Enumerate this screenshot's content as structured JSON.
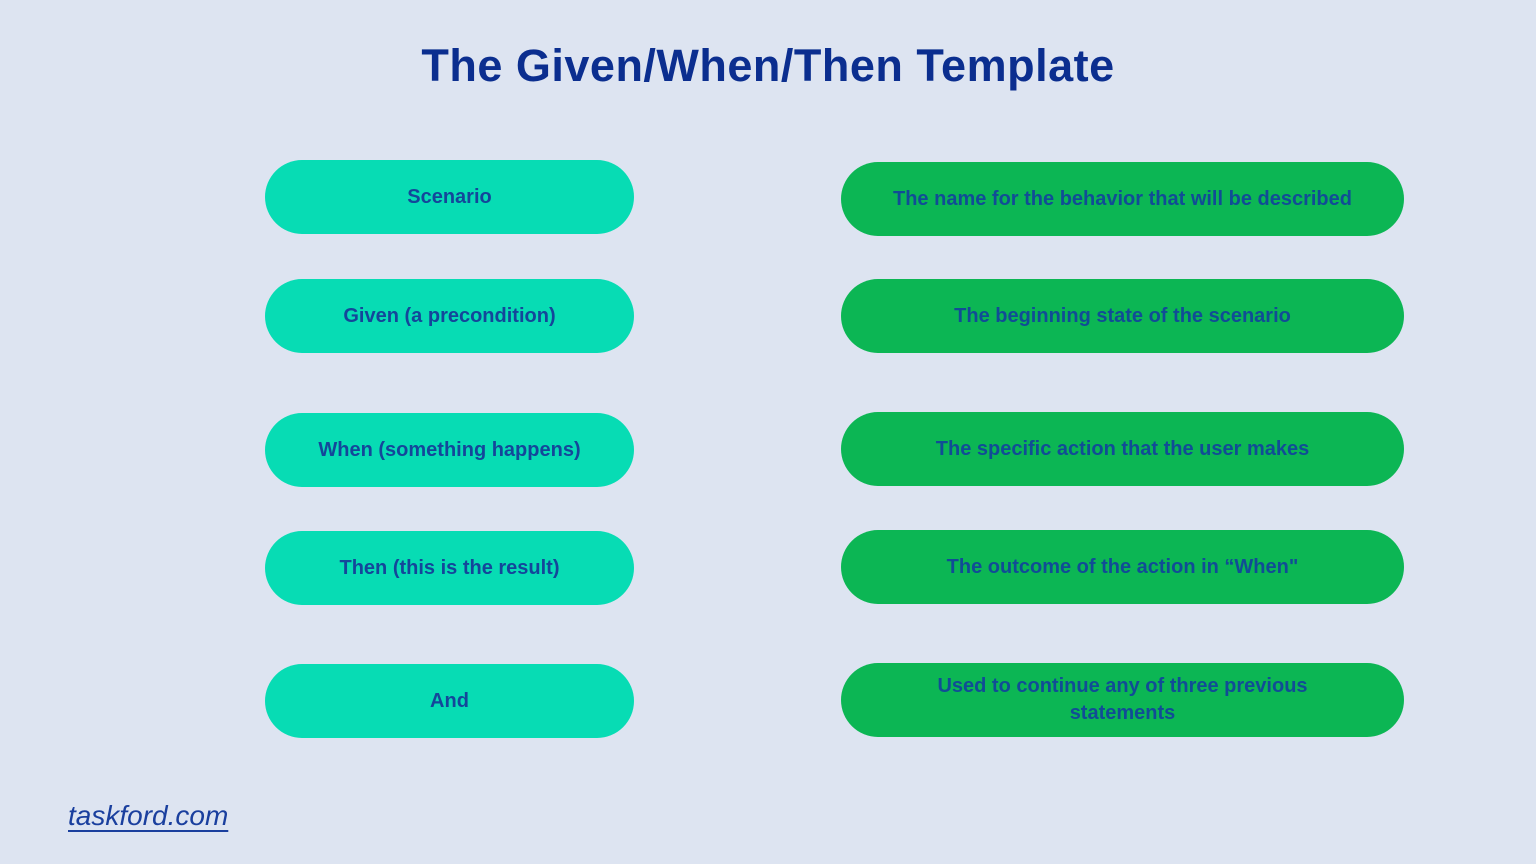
{
  "title": "The Given/When/Then Template",
  "colors": {
    "background": "#dde4f1",
    "term_pill": "#07dcb4",
    "definition_pill": "#0cb654",
    "title_text": "#0b2e8f",
    "pill_text": "#14469a"
  },
  "rows": [
    {
      "term": "Scenario",
      "definition": "The name for the behavior that will be described"
    },
    {
      "term": "Given (a precondition)",
      "definition": "The beginning state of the scenario"
    },
    {
      "term": "When (something happens)",
      "definition": "The specific action that the user makes"
    },
    {
      "term": "Then (this is the result)",
      "definition": "The outcome of the action in “When\""
    },
    {
      "term": "And",
      "definition": "Used to continue any of three previous statements"
    }
  ],
  "footer": {
    "link_label": "taskford.com"
  }
}
